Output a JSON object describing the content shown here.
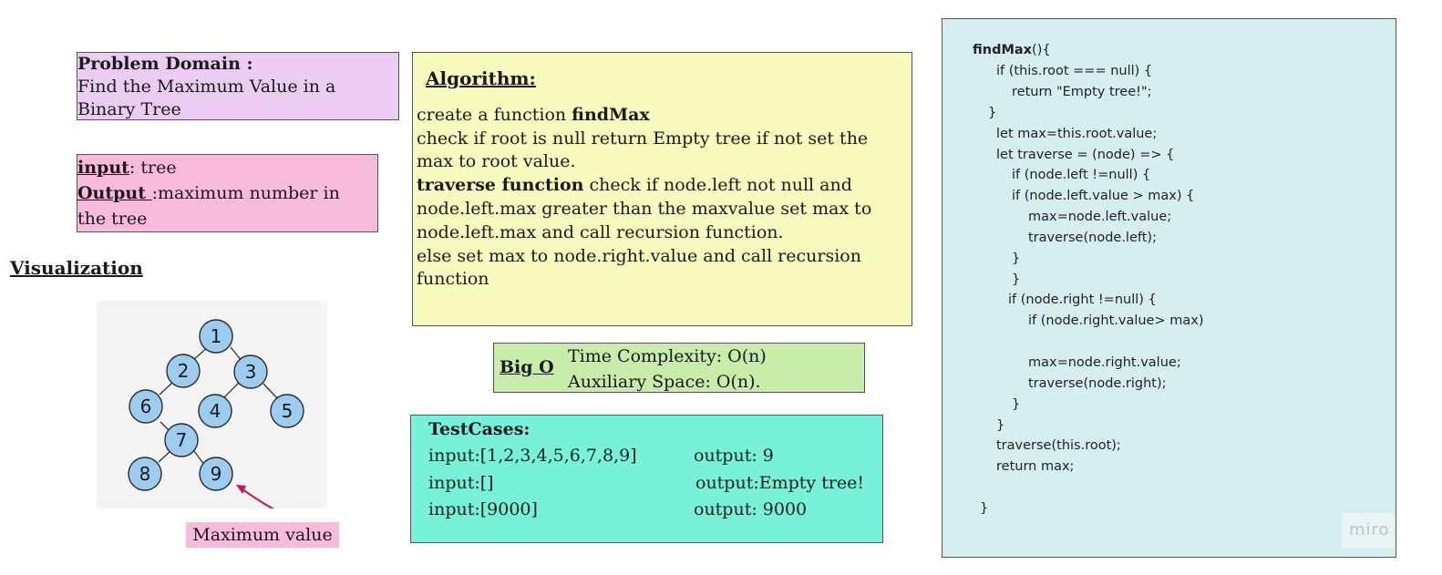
{
  "problem": {
    "heading": "Problem Domain :",
    "text_line1": " Find the Maximum Value in a",
    "text_line2": "Binary Tree"
  },
  "io": {
    "input_label": "input",
    "input_value": ": tree",
    "output_label": "Output ",
    "output_value_line1": ":maximum number in",
    "output_value_line2": "the tree"
  },
  "visualization": {
    "title": "Visualization ",
    "nodes": [
      "1",
      "2",
      "3",
      "6",
      "4",
      "5",
      "7",
      "8",
      "9"
    ],
    "annotation": "Maximum value",
    "node_color": "#9ccdf0",
    "arrow_color": "#c2185b"
  },
  "algorithm": {
    "title": "Algorithm:",
    "line1_text": "create a function ",
    "line1_bold": "findMax",
    "line2": "check if root is null return Empty tree if not set the",
    "line3": "max to root value.",
    "line4_bold": "traverse  function",
    "line4_text": "  check if node.left not null and",
    "line5": "node.left.max greater than the  maxvalue   set max to",
    "line6": "node.left.max and call recursion function.",
    "line7": "else set max to node.right.value and call recursion",
    "line8": "function"
  },
  "big_o": {
    "label": "Big O",
    "time": "Time Complexity: O(n)",
    "space": "Auxiliary Space: O(n)."
  },
  "test_cases": {
    "title": "TestCases:",
    "rows": [
      {
        "input": "input:[1,2,3,4,5,6,7,8,9]",
        "output": "output: 9"
      },
      {
        "input": "input:[]",
        "output": "output:Empty tree!"
      },
      {
        "input": "input:[9000]",
        "output": "output: 9000"
      }
    ]
  },
  "code": {
    "fn_name": "findMax",
    "lines": [
      "(){",
      "if (this.root === null) {",
      "return \"Empty tree!\";",
      "}",
      "let max=this.root.value;",
      "let traverse = (node) => {",
      "if (node.left !=null) {",
      "if (node.left.value > max) {",
      "max=node.left.value;",
      "traverse(node.left);",
      "}",
      "}",
      "if (node.right !=null) {",
      "if (node.right.value> max)",
      "max=node.right.value;",
      "traverse(node.right);",
      "}",
      "}",
      "traverse(this.root);",
      "return max;",
      "}"
    ]
  },
  "watermark": "miro",
  "colors": {
    "problem_bg": "#eacdf1",
    "io_bg": "#f9bbdc",
    "algo_bg": "#f7fbbd",
    "bigo_bg": "#c8edaa",
    "tests_bg": "#77f1d7",
    "code_bg": "#d6eef0"
  }
}
